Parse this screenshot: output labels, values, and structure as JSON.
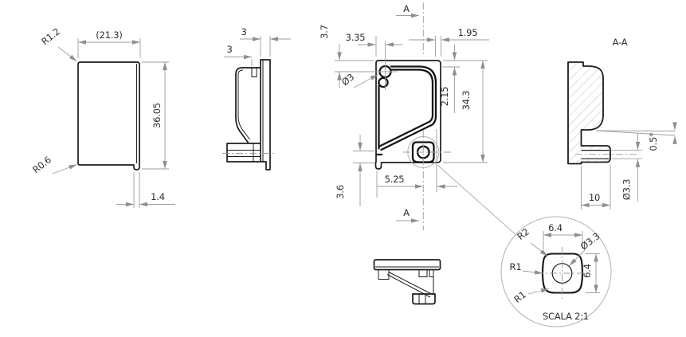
{
  "views": {
    "front": {
      "dims": {
        "width": "(21.3)",
        "height": "36.05",
        "tab_width": "1.4",
        "corner_radius_top": "R1.2",
        "corner_radius_bottom": "R0.6"
      }
    },
    "side": {
      "dims": {
        "plate_thickness": "3",
        "rib_offset": "3"
      }
    },
    "main": {
      "section_marker": "A",
      "dims": {
        "hole_center_depth": "3.7",
        "hole_center_offset": "3.35",
        "right_wall": "1.95",
        "hole_diameter": "Ø3",
        "top_wall": "2.15",
        "height": "34.3",
        "boss_center_offset": "5.25",
        "foot_height": "3.6"
      }
    },
    "section_aa": {
      "label": "A-A",
      "dims": {
        "draft_angle": "0.5°",
        "boss_length": "10",
        "bore_diameter": "Ø3.3"
      }
    },
    "detail": {
      "scale_label": "SCALA 2:1",
      "dims": {
        "boss_width": "6.4",
        "boss_height": "6.4",
        "bore_diameter": "Ø3.3",
        "radius_outer": "R2",
        "radius_side": "R1",
        "radius_bottom": "R1"
      }
    }
  },
  "colors": {
    "outline": "#1c1c1c",
    "dimension": "#9e9e9e",
    "text": "#2e2e2e",
    "hatch": "#b8b8b8",
    "background": "#ffffff"
  }
}
